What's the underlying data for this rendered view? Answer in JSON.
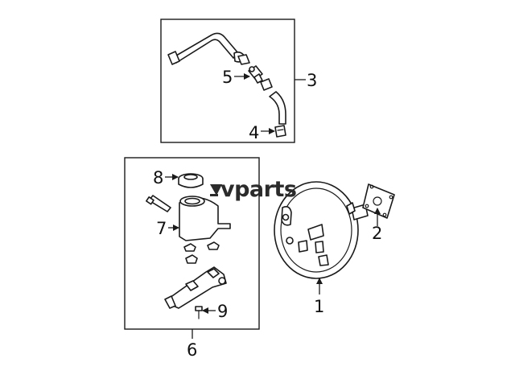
{
  "watermark": {
    "text": "vparts",
    "mark_color": "#2b2b2b"
  },
  "callouts": {
    "c1": "1",
    "c2": "2",
    "c3": "3",
    "c4": "4",
    "c5": "5",
    "c6": "6",
    "c7": "7",
    "c8": "8",
    "c9": "9"
  },
  "colors": {
    "line": "#1a1a1a",
    "background": "#ffffff"
  }
}
